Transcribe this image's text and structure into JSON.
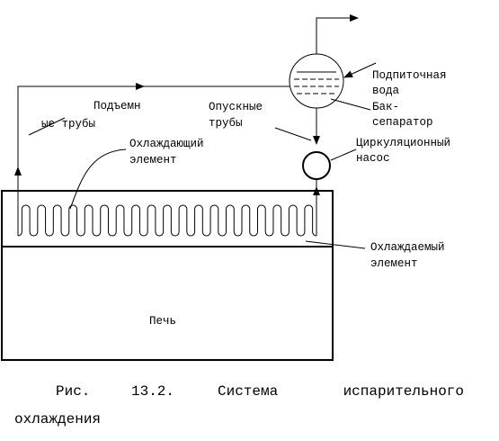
{
  "labels": {
    "riser_line1": "Подъемн",
    "riser_line2": "ые трубы",
    "cooling_element_line1": "Охлаждающий",
    "cooling_element_line2": "элемент",
    "downcomer_line1": "Опускные",
    "downcomer_line2": "трубы",
    "feed_water_line1": "Подпиточная",
    "feed_water_line2": "вода",
    "separator_line1": "Бак-",
    "separator_line2": "сепаратор",
    "pump_line1": "Циркуляционный",
    "pump_line2": "насос",
    "cooled_element_line1": "Охлаждаемый",
    "cooled_element_line2": "элемент",
    "furnace": "Печь"
  },
  "caption": {
    "part1": "Рис.",
    "part2": "13.2.",
    "part3": "Система",
    "part4": "испарительного",
    "line2": "охлаждения"
  }
}
